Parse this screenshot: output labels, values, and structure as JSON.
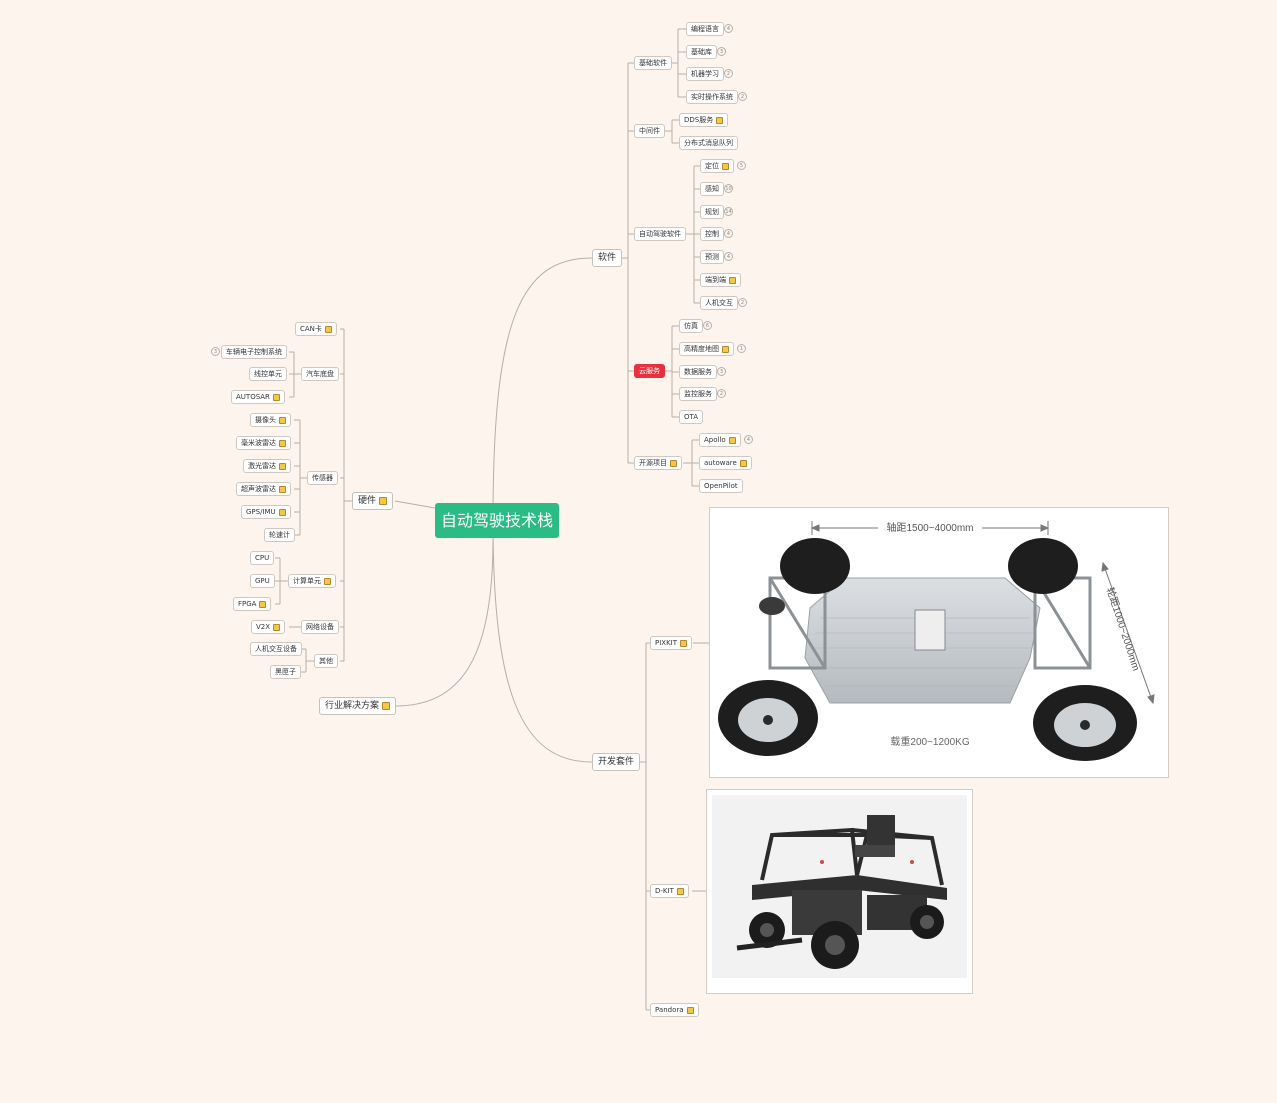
{
  "root": "自动驾驶技术栈",
  "software": {
    "label": "软件",
    "basic": {
      "label": "基础软件",
      "items": [
        {
          "label": "编程语言",
          "count": "4"
        },
        {
          "label": "基础库",
          "count": "3"
        },
        {
          "label": "机器学习",
          "count": "2"
        },
        {
          "label": "实时操作系统",
          "count": "2"
        }
      ]
    },
    "middleware": {
      "label": "中间件",
      "items": [
        {
          "label": "DDS服务"
        },
        {
          "label": "分布式消息队列"
        }
      ]
    },
    "ad": {
      "label": "自动驾驶软件",
      "items": [
        {
          "label": "定位",
          "count": "5"
        },
        {
          "label": "感知",
          "count": "10"
        },
        {
          "label": "规划",
          "count": "14"
        },
        {
          "label": "控制",
          "count": "4"
        },
        {
          "label": "预测",
          "count": "4"
        },
        {
          "label": "端到端"
        },
        {
          "label": "人机交互",
          "count": "2"
        }
      ]
    },
    "cloud": {
      "label": "云服务",
      "items": [
        {
          "label": "仿真",
          "count": "6"
        },
        {
          "label": "高精度地图",
          "count": "1"
        },
        {
          "label": "数据服务",
          "count": "3"
        },
        {
          "label": "监控服务",
          "count": "2"
        },
        {
          "label": "OTA"
        }
      ]
    },
    "opensource": {
      "label": "开源项目",
      "items": [
        {
          "label": "Apollo",
          "count": "4"
        },
        {
          "label": "autoware"
        },
        {
          "label": "OpenPilot"
        }
      ]
    }
  },
  "hardware": {
    "label": "硬件",
    "can": "CAN卡",
    "chassis": {
      "label": "汽车底盘",
      "items": [
        {
          "label": "车辆电子控制系统",
          "count": "3"
        },
        {
          "label": "线控单元"
        },
        {
          "label": "AUTOSAR"
        }
      ]
    },
    "sensors": {
      "label": "传感器",
      "items": [
        {
          "label": "摄像头"
        },
        {
          "label": "毫米波雷达"
        },
        {
          "label": "激光雷达"
        },
        {
          "label": "超声波雷达"
        },
        {
          "label": "GPS/IMU"
        },
        {
          "label": "轮速计"
        }
      ]
    },
    "compute": {
      "label": "计算单元",
      "items": [
        {
          "label": "CPU"
        },
        {
          "label": "GPU"
        },
        {
          "label": "FPGA"
        }
      ]
    },
    "network": {
      "label": "网络设备",
      "items": [
        {
          "label": "V2X"
        }
      ]
    },
    "other": {
      "label": "其他",
      "items": [
        {
          "label": "人机交互设备"
        },
        {
          "label": "黑匣子"
        }
      ]
    }
  },
  "industry": "行业解决方案",
  "devkit": {
    "label": "开发套件",
    "pixkit": "PIXKIT",
    "dkit": "D-KIT",
    "pandora": "Pandora",
    "photo": {
      "wheelbase": "轴距1500~4000mm",
      "track": "轮距1000~2000mm",
      "load": "载重200~1200KG"
    }
  },
  "colors": {
    "background": "#fdf4ee",
    "root": "#2bbb84",
    "highlight": "#e8313f",
    "line": "#b5aca6"
  }
}
